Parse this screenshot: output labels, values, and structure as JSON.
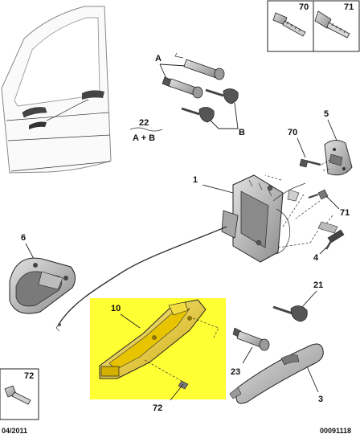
{
  "callouts": {
    "c70_top": "70",
    "c71_top": "71",
    "cA": "A",
    "cB": "B",
    "c22": "22",
    "c22_sub": "A + B",
    "c5": "5",
    "c70_mid": "70",
    "c1": "1",
    "c71_mid": "71",
    "c4": "4",
    "c6": "6",
    "c10": "10",
    "c21": "21",
    "c23": "23",
    "c3": "3",
    "c72_bottom": "72",
    "c72_box": "72"
  },
  "footer": {
    "date": "04/2011",
    "ref": "00091118"
  },
  "colors": {
    "highlight": "#ffff33",
    "part_gray": "#bdbdbd",
    "part_dark": "#6e6e6e",
    "part_light": "#dcdcdc",
    "line": "#222222"
  }
}
